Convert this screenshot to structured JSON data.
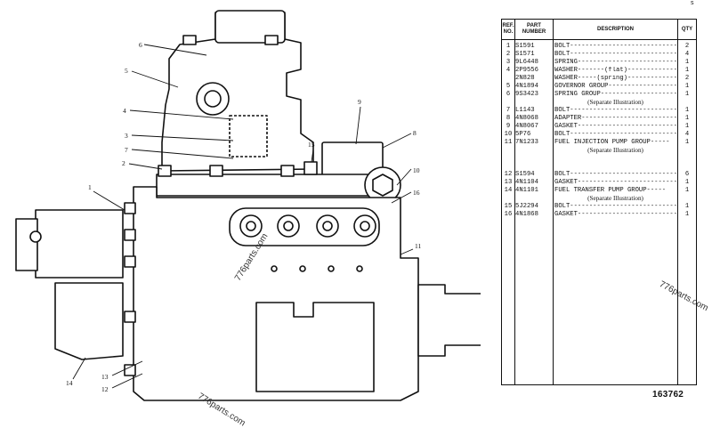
{
  "table": {
    "headers": {
      "ref": "REF. NO.",
      "part": "PART NUMBER",
      "desc": "DESCRIPTION",
      "qty": "QTY"
    },
    "rows": [
      {
        "ref": "1",
        "part": "S1591",
        "desc": "BOLT----------------------------",
        "qty": "2"
      },
      {
        "ref": "2",
        "part": "S1571",
        "desc": "BOLT----------------------------",
        "qty": "4"
      },
      {
        "ref": "3",
        "part": "9L6448",
        "desc": "SPRING--------------------------",
        "qty": "1"
      },
      {
        "ref": "4",
        "part": "2P9556",
        "desc": "WASHER-------(flat)-------------",
        "qty": "1"
      },
      {
        "ref": "",
        "part": "2N828",
        "desc": "WASHER-----(spring)-------------",
        "qty": "2"
      },
      {
        "ref": "5",
        "part": "4N1894",
        "desc": "GOVERNOR GROUP------------------",
        "qty": "1"
      },
      {
        "ref": "6",
        "part": "9S3423",
        "desc": "SPRING GROUP--------------------",
        "qty": "1"
      },
      {
        "ref": "7",
        "part": "L1143",
        "desc": "BOLT----------------------------",
        "qty": "1"
      },
      {
        "ref": "8",
        "part": "4N8068",
        "desc": "ADAPTER-------------------------",
        "qty": "1"
      },
      {
        "ref": "9",
        "part": "4N8067",
        "desc": "GASKET--------------------------",
        "qty": "1"
      },
      {
        "ref": "10",
        "part": "5P76",
        "desc": "BOLT----------------------------",
        "qty": "4"
      },
      {
        "ref": "11",
        "part": "7N1233",
        "desc": "FUEL INJECTION PUMP GROUP-----",
        "qty": "1"
      },
      {
        "ref": "12",
        "part": "S1594",
        "desc": "BOLT----------------------------",
        "qty": "6"
      },
      {
        "ref": "13",
        "part": "4N1104",
        "desc": "GASKET--------------------------",
        "qty": "1"
      },
      {
        "ref": "14",
        "part": "4N1101",
        "desc": "FUEL TRANSFER PUMP GROUP-----",
        "qty": "1"
      },
      {
        "ref": "15",
        "part": "5J2294",
        "desc": "BOLT----------------------------",
        "qty": "1"
      },
      {
        "ref": "16",
        "part": "4N1868",
        "desc": "GASKET--------------------------",
        "qty": "1"
      }
    ],
    "notes": [
      "(Separate Illustration)",
      "(Separate Illustration)",
      "(Separate Illustration)"
    ]
  },
  "illustration_code": "163762",
  "corner_mark": "s",
  "watermarks": [
    "776parts.com",
    "776parts.com",
    "776parts.com"
  ],
  "callouts": [
    "1",
    "2",
    "3",
    "4",
    "5",
    "6",
    "7",
    "8",
    "9",
    "10",
    "11",
    "12",
    "13",
    "14",
    "15",
    "16"
  ]
}
